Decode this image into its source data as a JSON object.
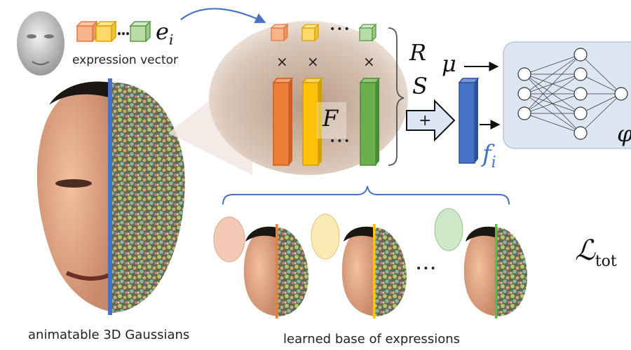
{
  "labels": {
    "expression_vector": "expression vector",
    "animatable_gaussians": "animatable 3D Gaussians",
    "learned_base": "learned base of expressions"
  },
  "math": {
    "e_i": "e",
    "e_i_sub": "i",
    "R": "R",
    "S": "S",
    "mu": "μ",
    "F": "F",
    "f_i": "f",
    "f_i_sub": "i",
    "phi": "φ",
    "loss": "ℒ",
    "loss_sub": "tot",
    "times": "×",
    "dots": "•••",
    "plus": "+",
    "small_dots": "•••"
  },
  "colors": {
    "orange": "#ee7d35",
    "yellow": "#fdc20a",
    "green": "#6ab04c",
    "blue": "#4472c4",
    "dark_blue": "#2f4f9a",
    "mlp_bg": "#dde6f3",
    "ellipse_bg": "#cfb8a6"
  }
}
